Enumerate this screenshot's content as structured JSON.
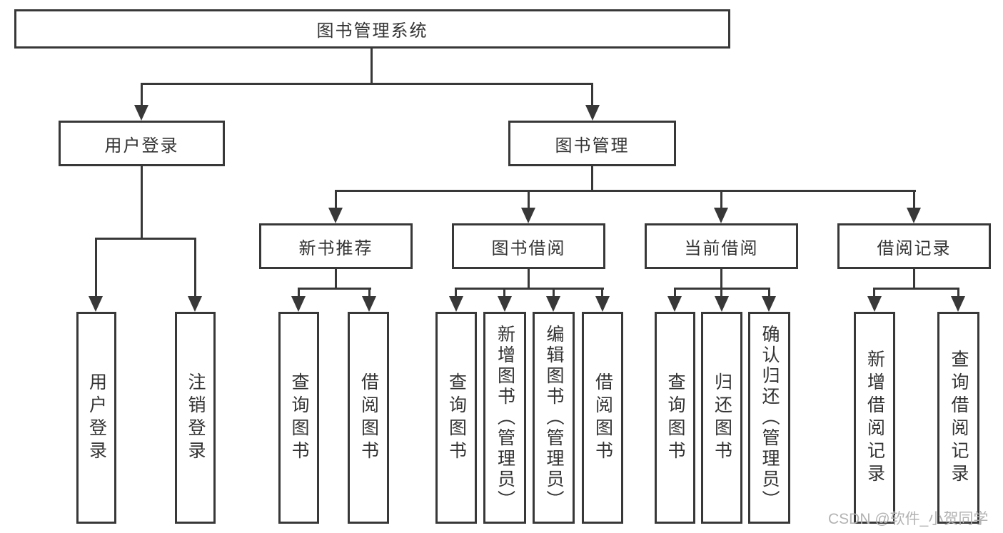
{
  "tree": {
    "label": "图书管理系统",
    "children": [
      {
        "label": "用户登录",
        "children": [
          {
            "label": "用户登录"
          },
          {
            "label": "注销登录"
          }
        ]
      },
      {
        "label": "图书管理",
        "children": [
          {
            "label": "新书推荐",
            "children": [
              {
                "label": "查询图书"
              },
              {
                "label": "借阅图书"
              }
            ]
          },
          {
            "label": "图书借阅",
            "children": [
              {
                "label": "查询图书"
              },
              {
                "label": "新增图书（管理员）"
              },
              {
                "label": "编辑图书（管理员）"
              },
              {
                "label": "借阅图书"
              }
            ]
          },
          {
            "label": "当前借阅",
            "children": [
              {
                "label": "查询图书"
              },
              {
                "label": "归还图书"
              },
              {
                "label": "确认归还（管理员）"
              }
            ]
          },
          {
            "label": "借阅记录",
            "children": [
              {
                "label": "新增借阅记录"
              },
              {
                "label": "查询借阅记录"
              }
            ]
          }
        ]
      }
    ]
  },
  "watermark": "CSDN @软件_小贺同学",
  "style": {
    "line_color": "#383838",
    "text_color": "#333333",
    "watermark_color": "#b3b3b3",
    "background": "#ffffff"
  }
}
